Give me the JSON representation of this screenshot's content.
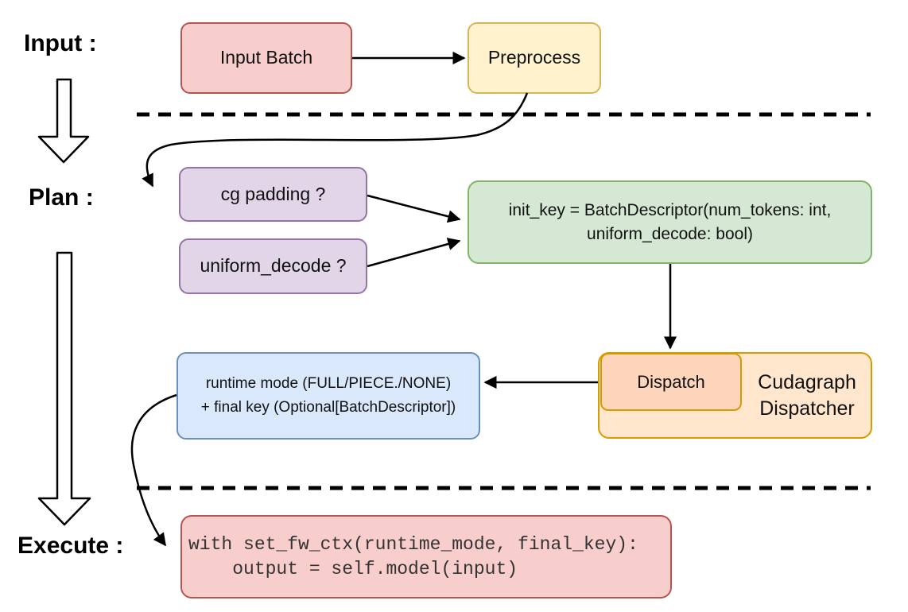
{
  "diagram": {
    "title_labels": {
      "input": "Input :",
      "plan": "Plan :",
      "execute": "Execute :"
    },
    "nodes": {
      "input_batch": {
        "label": "Input Batch",
        "fill": "#f8cecc",
        "border": "#b85450"
      },
      "preprocess": {
        "label": "Preprocess",
        "fill": "#fff2cc",
        "border": "#d6b656"
      },
      "cg_padding": {
        "label": "cg padding ?",
        "fill": "#e1d5e7",
        "border": "#9673a6"
      },
      "uniform_decode": {
        "label": "uniform_decode ?",
        "fill": "#e1d5e7",
        "border": "#9673a6"
      },
      "init_key": {
        "line1": "init_key = BatchDescriptor(num_tokens: int,",
        "line2": "uniform_decode: bool)",
        "fill": "#d5e8d4",
        "border": "#82b366"
      },
      "dispatch": {
        "label": "Dispatch",
        "fill": "#fcd5ba",
        "border": "#d79b00"
      },
      "cudagraph_dispatcher": {
        "line1": "Cudagraph",
        "line2": "Dispatcher",
        "fill": "#ffe6cc",
        "border": "#d79b00"
      },
      "runtime_result": {
        "line1": "runtime mode (FULL/PIECE./NONE)",
        "line2": "+ final key (Optional[BatchDescriptor])",
        "fill": "#dae8fc",
        "border": "#6c8ebf"
      },
      "execute_code": {
        "line1": "with set_fw_ctx(runtime_mode, final_key):",
        "line2": "    output = self.model(input)",
        "fill": "#f8cecc",
        "border": "#b85450"
      }
    },
    "connector_color": "#000000",
    "background": "#ffffff"
  }
}
